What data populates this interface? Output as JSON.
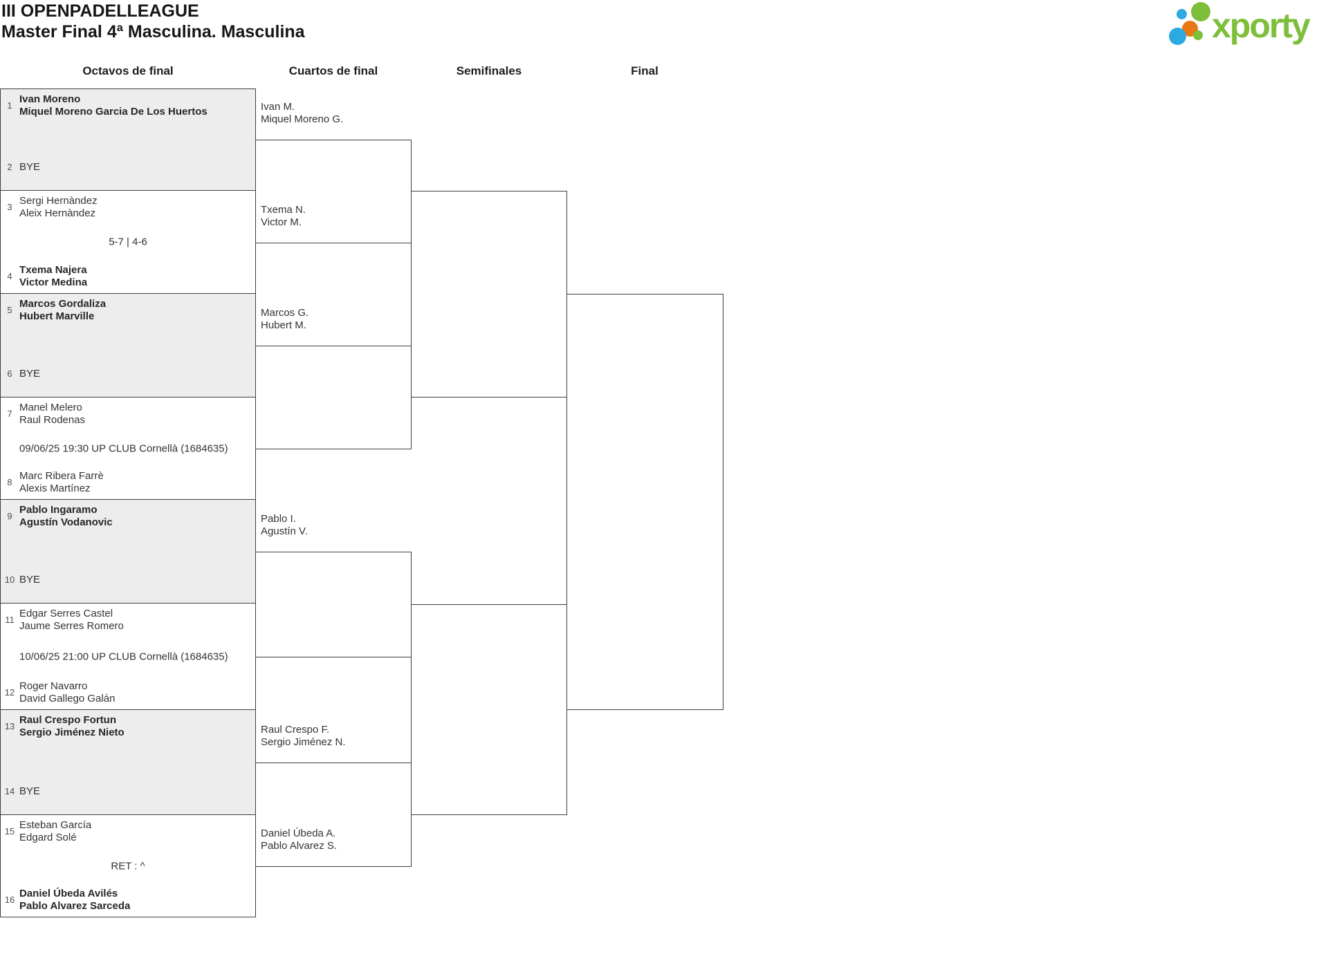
{
  "header": {
    "title": "III OPENPADELLEAGUE",
    "subtitle": "Master Final 4ª Masculina. Masculina"
  },
  "logo": {
    "wordmark": "xporty",
    "colors": {
      "green": "#7dbf3a",
      "blue": "#2ba9e0",
      "orange": "#e97713"
    }
  },
  "rounds": [
    {
      "label": "Octavos de final"
    },
    {
      "label": "Cuartos de final"
    },
    {
      "label": "Semifinales"
    },
    {
      "label": "Final"
    }
  ],
  "octavos": [
    {
      "seed_top": "1",
      "team_top": [
        "Ivan Moreno",
        "Miquel Moreno Garcia De Los Huertos"
      ],
      "top_winner": true,
      "middle": "",
      "middle_align": "",
      "seed_bottom": "2",
      "team_bottom": [
        "BYE"
      ],
      "bottom_winner": false,
      "shaded": true
    },
    {
      "seed_top": "3",
      "team_top": [
        "Sergi Hernàndez",
        "Aleix Hernàndez"
      ],
      "top_winner": false,
      "middle": "5-7 | 4-6",
      "middle_align": "center",
      "seed_bottom": "4",
      "team_bottom": [
        "Txema Najera",
        "Victor Medina"
      ],
      "bottom_winner": true,
      "shaded": false
    },
    {
      "seed_top": "5",
      "team_top": [
        "Marcos Gordaliza",
        "Hubert Marville"
      ],
      "top_winner": true,
      "middle": "",
      "middle_align": "",
      "seed_bottom": "6",
      "team_bottom": [
        "BYE"
      ],
      "bottom_winner": false,
      "shaded": true
    },
    {
      "seed_top": "7",
      "team_top": [
        "Manel Melero",
        "Raul Rodenas"
      ],
      "top_winner": false,
      "middle": "09/06/25 19:30 UP CLUB Cornellà (1684635)",
      "middle_align": "left",
      "seed_bottom": "8",
      "team_bottom": [
        "Marc Ribera Farrè",
        "Alexis Martínez"
      ],
      "bottom_winner": false,
      "shaded": false
    },
    {
      "seed_top": "9",
      "team_top": [
        "Pablo Ingaramo",
        "Agustín Vodanovic"
      ],
      "top_winner": true,
      "middle": "",
      "middle_align": "",
      "seed_bottom": "10",
      "team_bottom": [
        "BYE"
      ],
      "bottom_winner": false,
      "shaded": true
    },
    {
      "seed_top": "11",
      "team_top": [
        "Edgar Serres Castel",
        "Jaume Serres Romero"
      ],
      "top_winner": false,
      "middle": "10/06/25 21:00 UP CLUB Cornellà (1684635)",
      "middle_align": "left",
      "seed_bottom": "12",
      "team_bottom": [
        "Roger Navarro",
        "David Gallego Galán"
      ],
      "bottom_winner": false,
      "shaded": false
    },
    {
      "seed_top": "13",
      "team_top": [
        "Raul Crespo Fortun",
        "Sergio Jiménez Nieto"
      ],
      "top_winner": true,
      "middle": "",
      "middle_align": "",
      "seed_bottom": "14",
      "team_bottom": [
        "BYE"
      ],
      "bottom_winner": false,
      "shaded": true
    },
    {
      "seed_top": "15",
      "team_top": [
        "Esteban García",
        "Edgard Solé"
      ],
      "top_winner": false,
      "middle": "RET : ^",
      "middle_align": "center",
      "seed_bottom": "16",
      "team_bottom": [
        "Daniel Úbeda Avilés",
        "Pablo Alvarez Sarceda"
      ],
      "bottom_winner": true,
      "shaded": false
    }
  ],
  "cuartos": [
    {
      "team_top": [
        "Ivan M.",
        "Miquel Moreno G."
      ],
      "team_bottom": [
        "Txema N.",
        "Victor M."
      ]
    },
    {
      "team_top": [
        "Marcos G.",
        "Hubert M."
      ],
      "team_bottom": []
    },
    {
      "team_top": [
        "Pablo I.",
        "Agustín V."
      ],
      "team_bottom": []
    },
    {
      "team_top": [
        "Raul Crespo F.",
        "Sergio Jiménez N."
      ],
      "team_bottom": [
        "Daniel Úbeda A.",
        "Pablo Alvarez S."
      ]
    }
  ],
  "semifinales": [
    {
      "team_top": [],
      "team_bottom": []
    },
    {
      "team_top": [],
      "team_bottom": []
    }
  ],
  "final": [
    {
      "team_top": [],
      "team_bottom": []
    }
  ]
}
